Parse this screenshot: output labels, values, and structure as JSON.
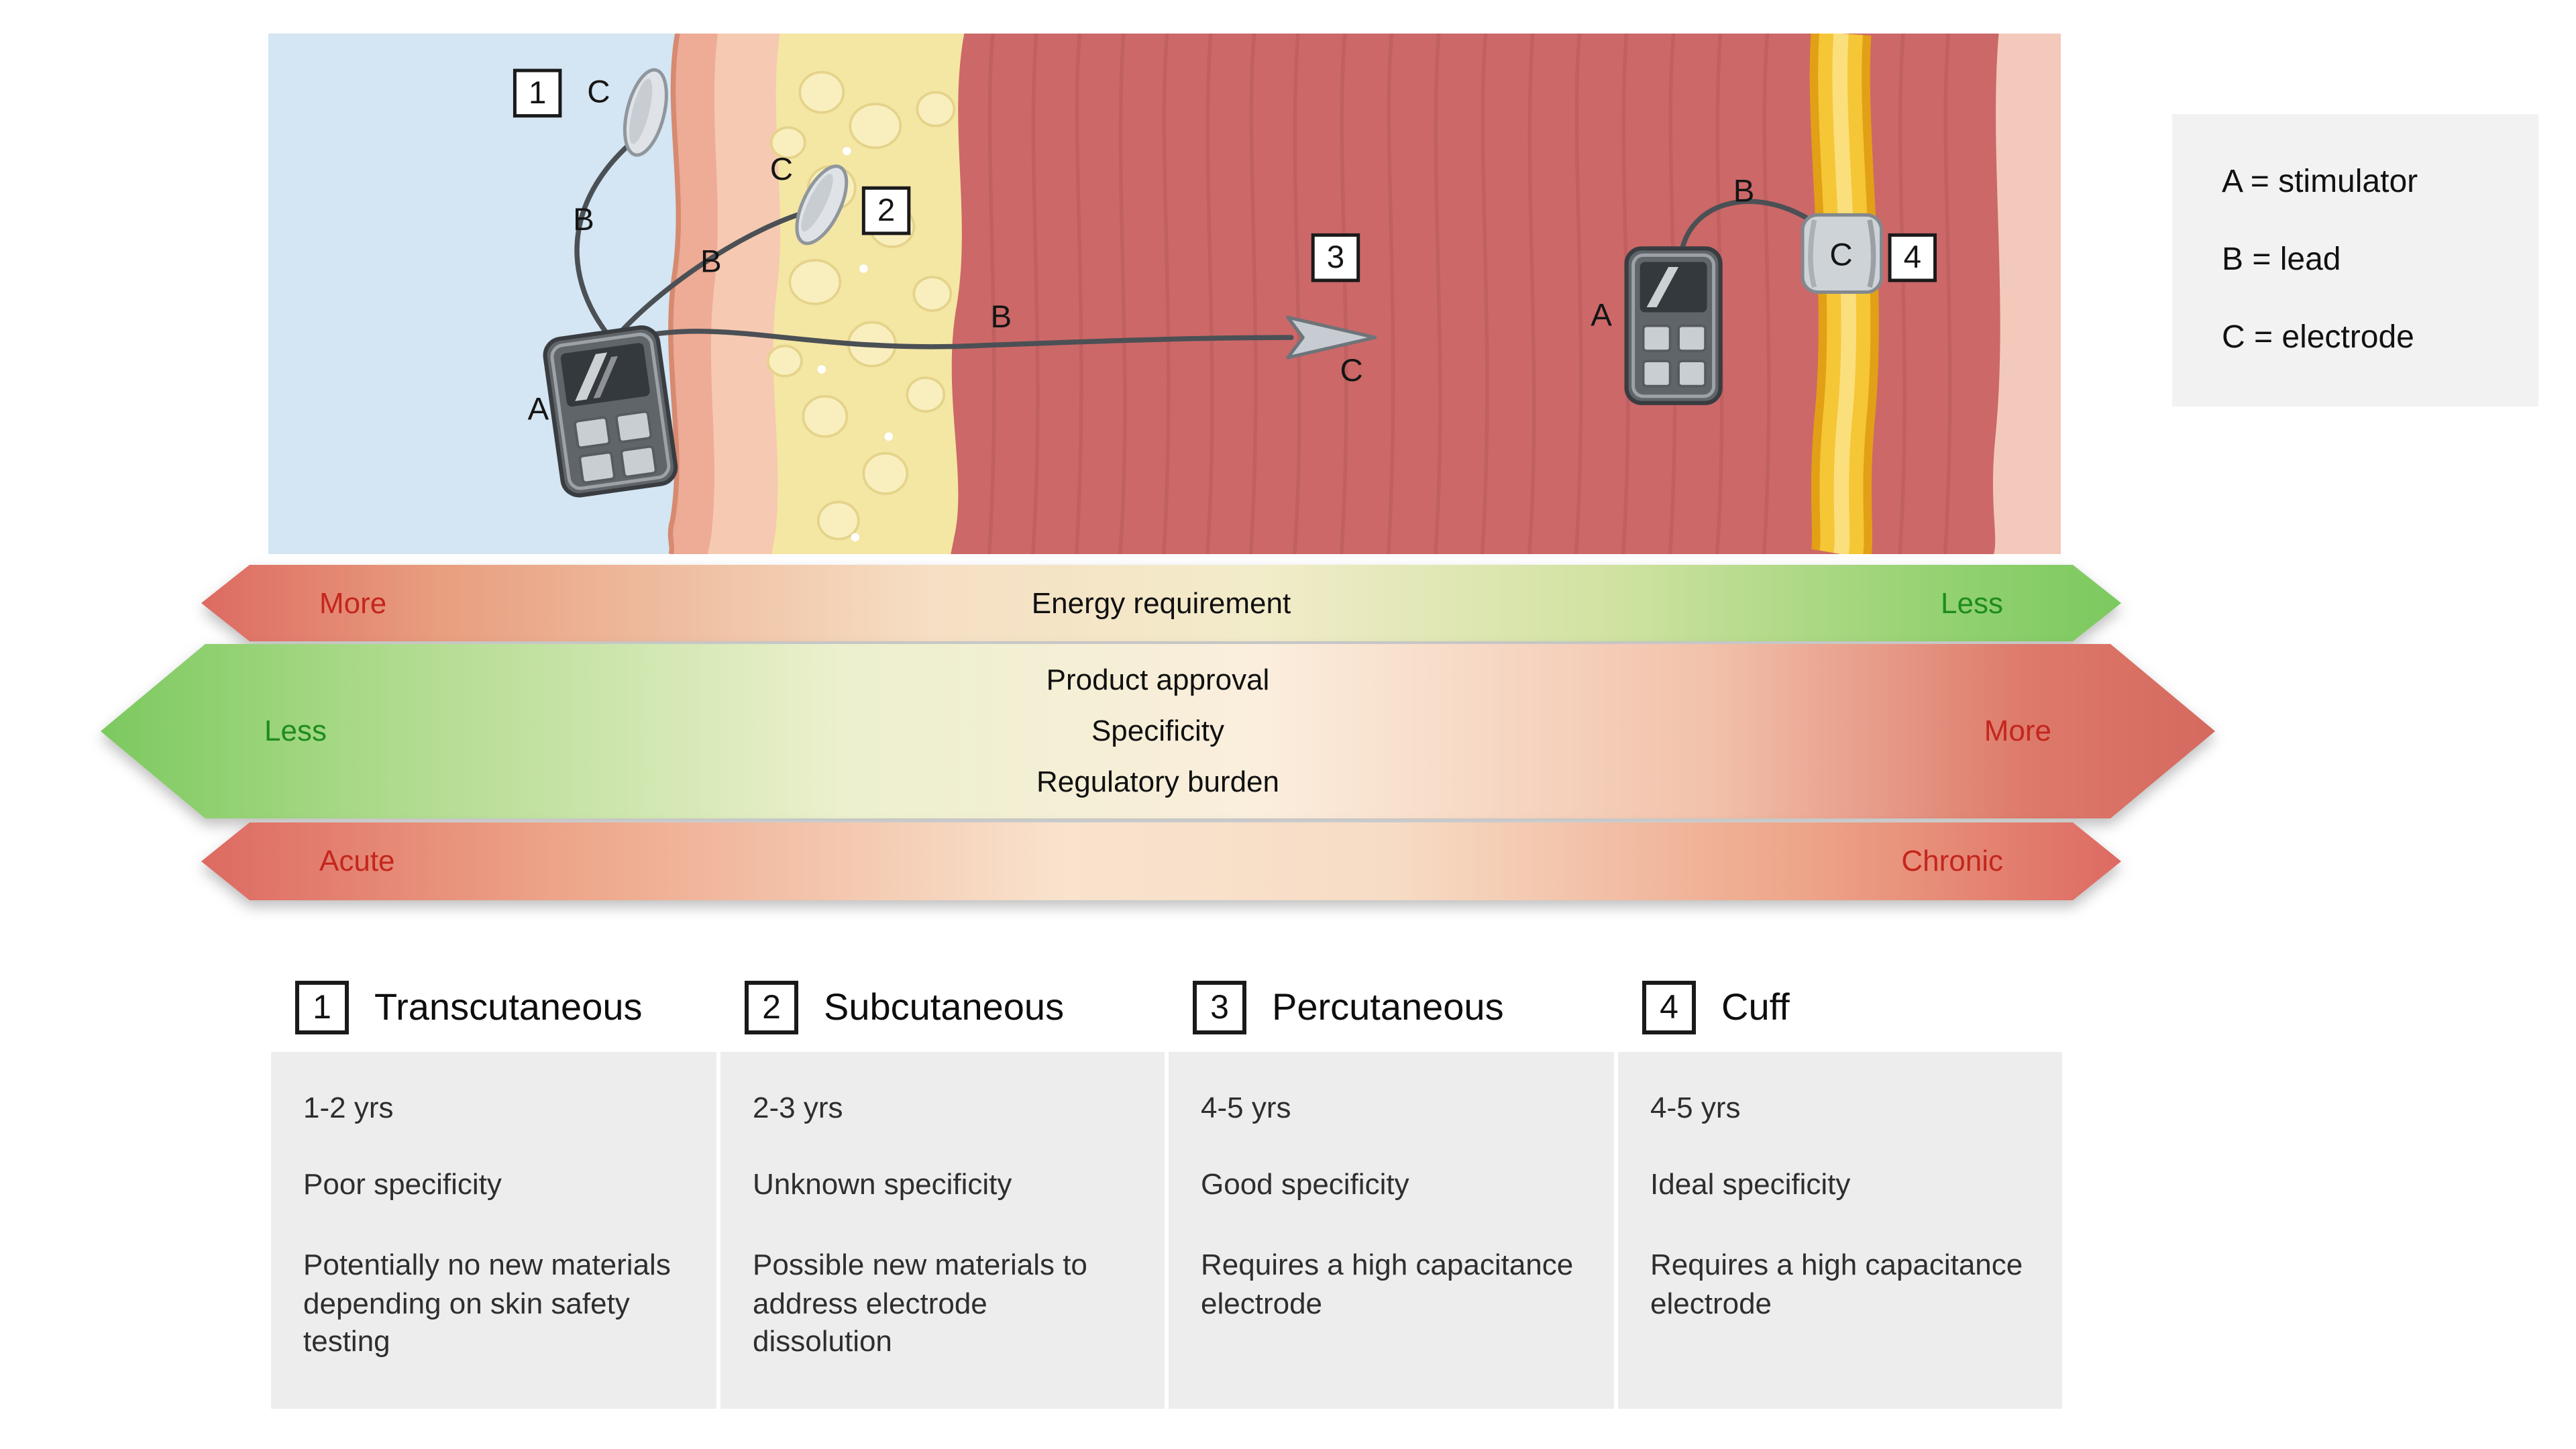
{
  "legend": {
    "lines": [
      "A = stimulator",
      "B = lead",
      "C = electrode"
    ]
  },
  "illustration": {
    "sites": {
      "transcutaneous": {
        "number": "1",
        "electrode_label": "C",
        "lead_label": "B"
      },
      "subcutaneous": {
        "number": "2",
        "electrode_label": "C",
        "lead_label": "B"
      },
      "percutaneous": {
        "number": "3",
        "electrode_label": "C",
        "lead_label": "B"
      },
      "cuff": {
        "number": "4",
        "electrode_label": "C",
        "lead_label": "B"
      }
    },
    "stimulators": {
      "left_label": "A",
      "right_label": "A"
    }
  },
  "arrows": [
    {
      "left_label": "More",
      "center_lines": [
        "Energy requirement"
      ],
      "right_label": "Less"
    },
    {
      "left_label": "Less",
      "center_lines": [
        "Product approval",
        "Specificity",
        "Regulatory burden"
      ],
      "right_label": "More"
    },
    {
      "left_label": "Acute",
      "center_lines": [],
      "right_label": "Chronic"
    }
  ],
  "columns": [
    {
      "number": "1",
      "title": "Transcutaneous",
      "duration": "1-2 yrs",
      "specificity": "Poor specificity",
      "materials": "Potentially no new materials depending on skin safety testing"
    },
    {
      "number": "2",
      "title": "Subcutaneous",
      "duration": "2-3 yrs",
      "specificity": "Unknown specificity",
      "materials": "Possible new materials to address electrode dissolution"
    },
    {
      "number": "3",
      "title": "Percutaneous",
      "duration": "4-5 yrs",
      "specificity": "Good specificity",
      "materials": "Requires a high capacitance electrode"
    },
    {
      "number": "4",
      "title": "Cuff",
      "duration": "4-5 yrs",
      "specificity": "Ideal specificity",
      "materials": "Requires a high capacitance electrode"
    }
  ],
  "colors": {
    "red_label": "#c4261d",
    "green_label": "#1e8c1e",
    "nerve_yellow": "#f2c12e",
    "muscle_red": "#cc6868",
    "fat_yellow": "#f4e6a3",
    "skin_pink": "#eeab96",
    "exterior_blue": "#d4e5f3"
  }
}
